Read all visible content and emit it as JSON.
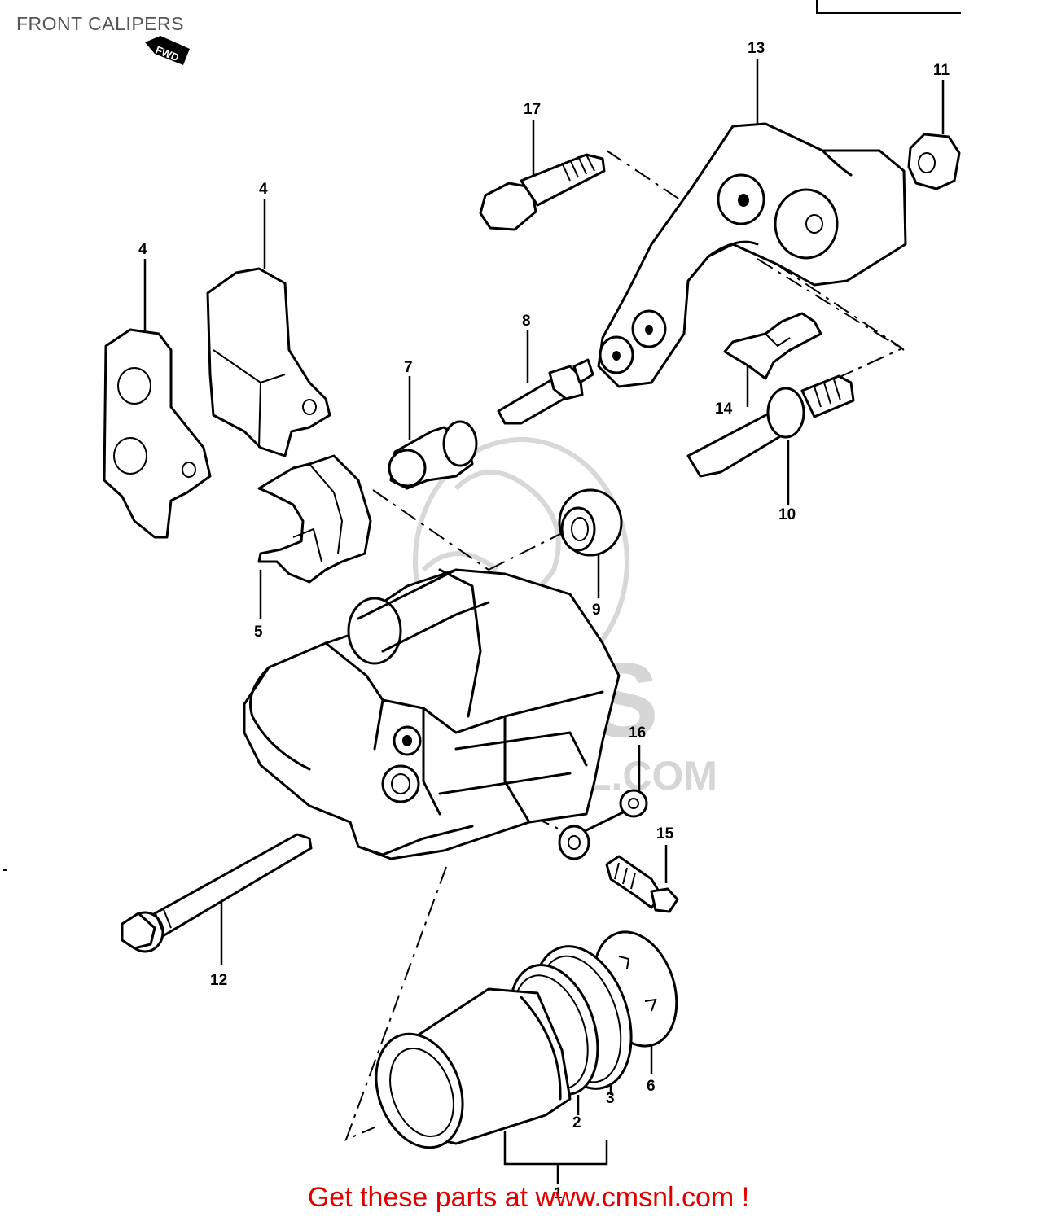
{
  "header": {
    "title": "FRONT CALIPERS"
  },
  "watermark": {
    "brand": "CMS",
    "url": "WWW.CMSNL.COM"
  },
  "fwd_tag": "FWD",
  "callouts": [
    "13",
    "11",
    "17",
    "4",
    "4",
    "8",
    "7",
    "14",
    "10",
    "9",
    "5",
    "16",
    "15",
    "12",
    "6",
    "3",
    "2",
    "1"
  ],
  "footer": {
    "text": "Get these parts at www.cmsnl.com !"
  }
}
